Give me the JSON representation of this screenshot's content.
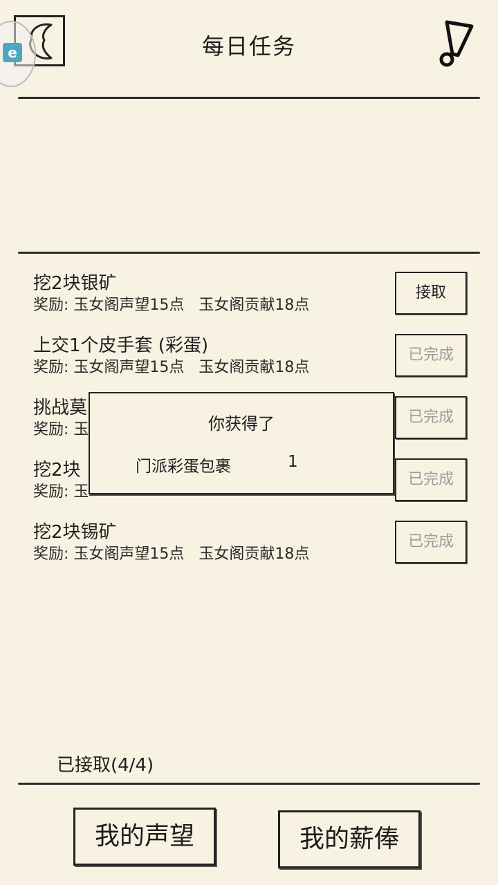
{
  "header": {
    "title": "每日任务",
    "back_icon": "back-arrow-icon",
    "alert_icon": "exclamation-icon",
    "avatar_badge": "e"
  },
  "tasks": [
    {
      "name": "挖2块银矿",
      "reward": "奖励: 玉女阁声望15点   玉女阁贡献18点",
      "button": "接取",
      "state": "available"
    },
    {
      "name": "上交1个皮手套 (彩蛋)",
      "reward": "奖励: 玉女阁声望15点   玉女阁贡献18点",
      "button": "已完成",
      "state": "done"
    },
    {
      "name": "挑战莫",
      "reward": "奖励: 玉",
      "button": "已完成",
      "state": "done"
    },
    {
      "name": "挖2块",
      "reward": "奖励: 玉",
      "button": "已完成",
      "state": "done"
    },
    {
      "name": "挖2块锡矿",
      "reward": "奖励: 玉女阁声望15点   玉女阁贡献18点",
      "button": "已完成",
      "state": "done"
    }
  ],
  "popup": {
    "title": "你获得了",
    "item_name": "门派彩蛋包裹",
    "item_qty": "1"
  },
  "status": "已接取(4/4)",
  "footer": {
    "reputation_button": "我的声望",
    "salary_button": "我的薪俸"
  },
  "colors": {
    "background": "#f8f2e3",
    "ink": "#222222",
    "done_text": "#9c9c9c"
  }
}
